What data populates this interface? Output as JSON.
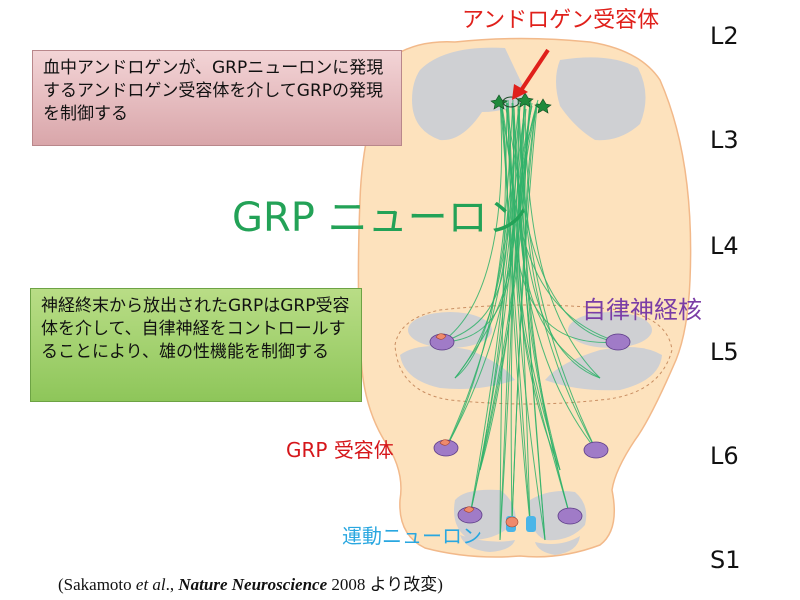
{
  "levels": [
    "L2",
    "L3",
    "L4",
    "L5",
    "L6",
    "S1"
  ],
  "labels": {
    "androgen_receptor": "アンドロゲン受容体",
    "grp_neuron": "GRP ニューロン",
    "autonomic_nucleus": "自律神経核",
    "grp_receptor": "GRP 受容体",
    "motor_neuron": "運動ニューロン"
  },
  "boxes": {
    "androgen_text": "血中アンドロゲンが、GRPニューロンに発現するアンドロゲン受容体を介してGRPの発現を制御する",
    "grp_text": "神経終末から放出されたGRPはGRP受容体を介して、自律神経をコントロールすることにより、雄の性機能を制御する"
  },
  "citation": {
    "open": "(Sakamoto ",
    "etal": "et al",
    "mid": "., ",
    "journal": "Nature Neuroscience",
    "tail": " 2008 より改変)"
  },
  "colors": {
    "cord_fill": "#fde2bd",
    "gray_matter": "#cfd0d3",
    "fiber": "#2fb26a",
    "neuron": "#1f8a3c",
    "arrow": "#e0201b",
    "autonomic_cell": "#a07bc7",
    "receptor": "#ef8a6c",
    "motor_cell": "#4ab5e8"
  }
}
